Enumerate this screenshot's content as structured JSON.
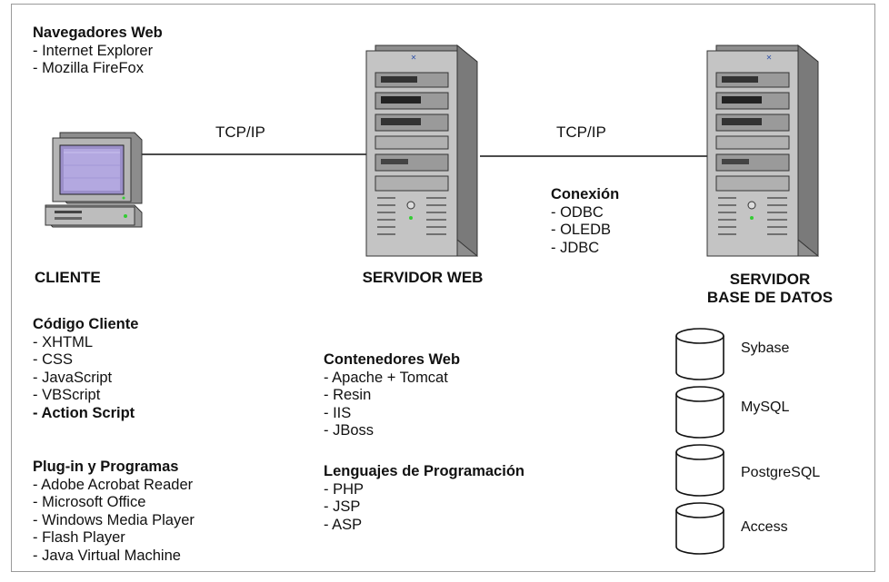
{
  "browsers": {
    "heading": "Navegadores Web",
    "items": [
      "Internet Explorer",
      "Mozilla FireFox"
    ]
  },
  "links": {
    "left_protocol": "TCP/IP",
    "right_protocol": "TCP/IP"
  },
  "connection": {
    "heading": "Conexión",
    "items": [
      "ODBC",
      "OLEDB",
      "JDBC"
    ]
  },
  "nodes": {
    "client": "CLIENTE",
    "web_server": "SERVIDOR WEB",
    "db_server_line1": "SERVIDOR",
    "db_server_line2": "BASE DE DATOS"
  },
  "client_code": {
    "heading": "Código Cliente",
    "items": [
      "XHTML",
      "CSS",
      "JavaScript",
      "VBScript"
    ],
    "bold_item": "Action Script"
  },
  "plugins": {
    "heading": "Plug-in y Programas",
    "items": [
      "Adobe Acrobat Reader",
      "Microsoft Office",
      "Windows Media Player",
      "Flash Player",
      "Java Virtual Machine"
    ]
  },
  "containers": {
    "heading": "Contenedores Web",
    "items": [
      "Apache + Tomcat",
      "Resin",
      "IIS",
      "JBoss"
    ]
  },
  "languages": {
    "heading": "Lenguajes de Programación",
    "items": [
      "PHP",
      "JSP",
      "ASP"
    ]
  },
  "databases": [
    "Sybase",
    "MySQL",
    "PostgreSQL",
    "Access"
  ]
}
